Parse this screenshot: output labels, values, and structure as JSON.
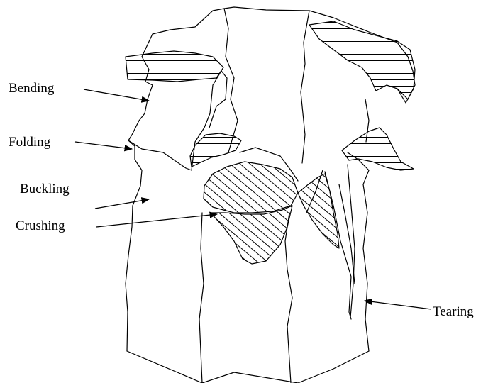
{
  "labels": {
    "bending": "Bending",
    "folding": "Folding",
    "buckling": "Buckling",
    "crushing": "Crushing",
    "tearing": "Tearing"
  },
  "colors": {
    "line": "#000000",
    "background": "#ffffff"
  }
}
